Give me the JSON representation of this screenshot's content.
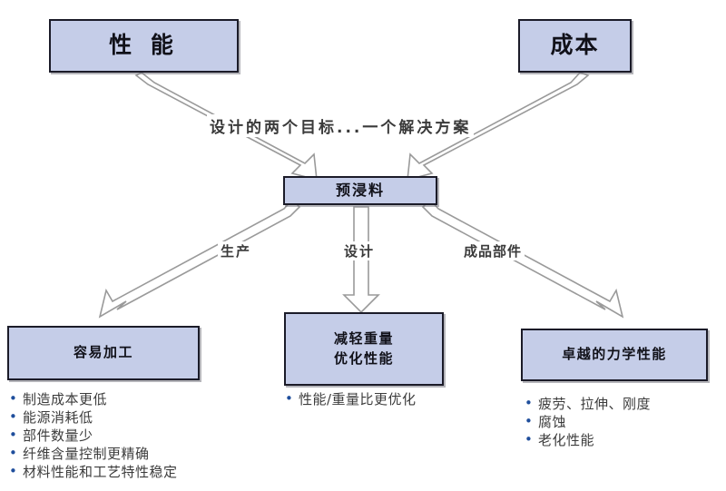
{
  "diagram": {
    "title_text": "设计的两个目标...一个解决方案",
    "colors": {
      "box_fill": "#c5cde8",
      "box_border": "#1b1b28",
      "arrow_stroke": "#9a9a9a",
      "arrow_fill": "#ffffff",
      "bullet_marker": "#1f4e9c",
      "text": "#3b3b3b",
      "background": "#ffffff"
    },
    "top_nodes": [
      {
        "id": "performance",
        "label": "性 能"
      },
      {
        "id": "cost",
        "label": "成本"
      }
    ],
    "center_node": {
      "id": "prepreg",
      "label": "预浸料"
    },
    "edge_labels": {
      "to_center": "设计的两个目标...一个解决方案",
      "production": "生产",
      "design": "设计",
      "finished_part": "成品部件"
    },
    "bottom_nodes": [
      {
        "id": "easy-processing",
        "lines": [
          "容易加工"
        ],
        "bullets": [
          "制造成本更低",
          "能源消耗低",
          "部件数量少",
          "纤维含量控制更精确",
          "材料性能和工艺特性稳定"
        ]
      },
      {
        "id": "weight-performance",
        "lines": [
          "减轻重量",
          "优化性能"
        ],
        "bullets": [
          "性能/重量比更优化"
        ]
      },
      {
        "id": "mechanical-performance",
        "lines": [
          "卓越的力学性能"
        ],
        "bullets": [
          "疲劳、拉伸、刚度",
          "腐蚀",
          "老化性能"
        ]
      }
    ]
  }
}
